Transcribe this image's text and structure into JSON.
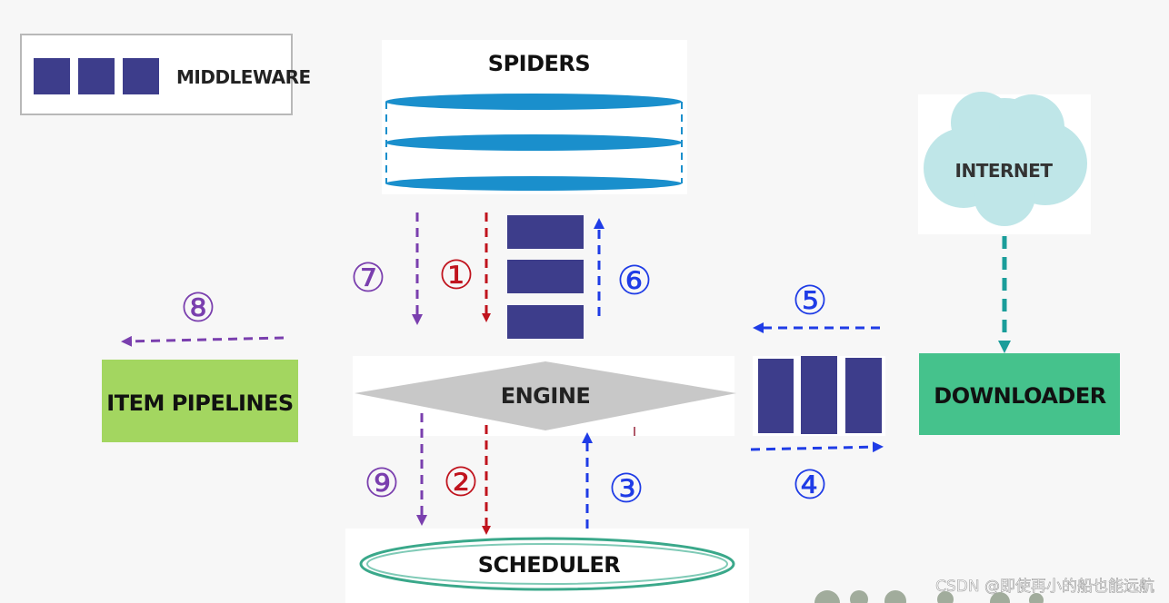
{
  "legend": {
    "label": "MIDDLEWARE"
  },
  "nodes": {
    "spiders": "SPIDERS",
    "engine": "ENGINE",
    "scheduler": "SCHEDULER",
    "downloader": "DOWNLOADER",
    "item_pipelines": "ITEM PIPELINES",
    "internet": "INTERNET"
  },
  "steps": [
    "①",
    "②",
    "③",
    "④",
    "⑤",
    "⑥",
    "⑦",
    "⑧",
    "⑨"
  ],
  "watermark": "CSDN @即使再小的船也能远航",
  "colors": {
    "middleware": "#3d3d8b",
    "spiders": "#1a8fcc",
    "engine": "#c8c8c8",
    "scheduler": "#3aa88a",
    "downloader": "#45c28c",
    "item_pipelines": "#a3d660",
    "internet": "#bfe6e8",
    "red": "#c0141e",
    "blue": "#1f3ce6",
    "purple": "#7a3fae",
    "teal": "#1a9d9a"
  }
}
